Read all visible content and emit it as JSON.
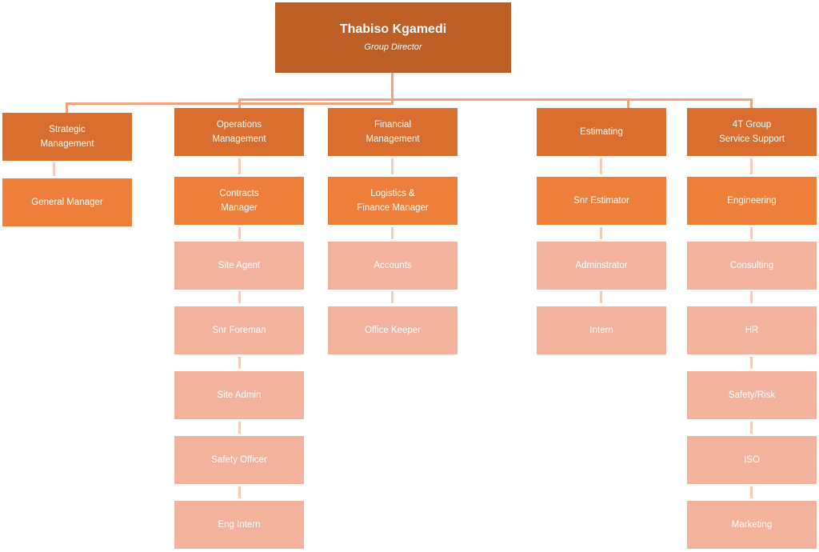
{
  "root": {
    "name": "Thabiso Kgamedi",
    "title": "Group Director"
  },
  "departments": [
    {
      "label": "Strategic\nManagement",
      "lead": "General Manager",
      "staff": []
    },
    {
      "label": "Operations\nManagement",
      "lead": "Contracts\nManager",
      "staff": [
        "Site Agent",
        "Snr Foreman",
        "Site Admin",
        "Safety Officer",
        "Eng Intern"
      ]
    },
    {
      "label": "Financial\nManagement",
      "lead": "Logistics &\nFinance Manager",
      "staff": [
        "Accounts",
        "Office Keeper"
      ]
    },
    {
      "label": "Estimating",
      "lead": "Snr Estimator",
      "staff": [
        "Adminstrator",
        "Intern"
      ]
    },
    {
      "label": "4T Group\nService Support",
      "lead": "Engineering",
      "staff": [
        "Consulting",
        "HR",
        "Safety/Risk",
        "ISO",
        "Marketing"
      ]
    }
  ]
}
